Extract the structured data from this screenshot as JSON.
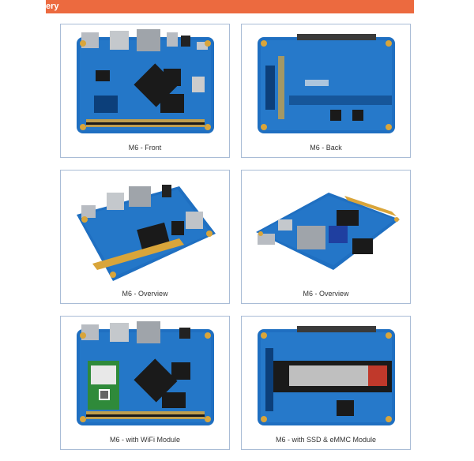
{
  "header": {
    "title": "ery"
  },
  "gallery": {
    "items": [
      {
        "caption": "M6 - Front"
      },
      {
        "caption": "M6 - Back"
      },
      {
        "caption": "M6 - Overview"
      },
      {
        "caption": "M6 - Overview"
      },
      {
        "caption": "M6 - with WiFi Module"
      },
      {
        "caption": "M6 - with SSD & eMMC Module"
      }
    ]
  },
  "colors": {
    "header": "#ec6a3f",
    "card_border": "#a9bcd6",
    "pcb": "#1f6fc1",
    "pcb_dark": "#0c3f7a",
    "chip": "#1a1a1a",
    "metal": "#b8bcc2",
    "gold": "#d9a53a"
  }
}
